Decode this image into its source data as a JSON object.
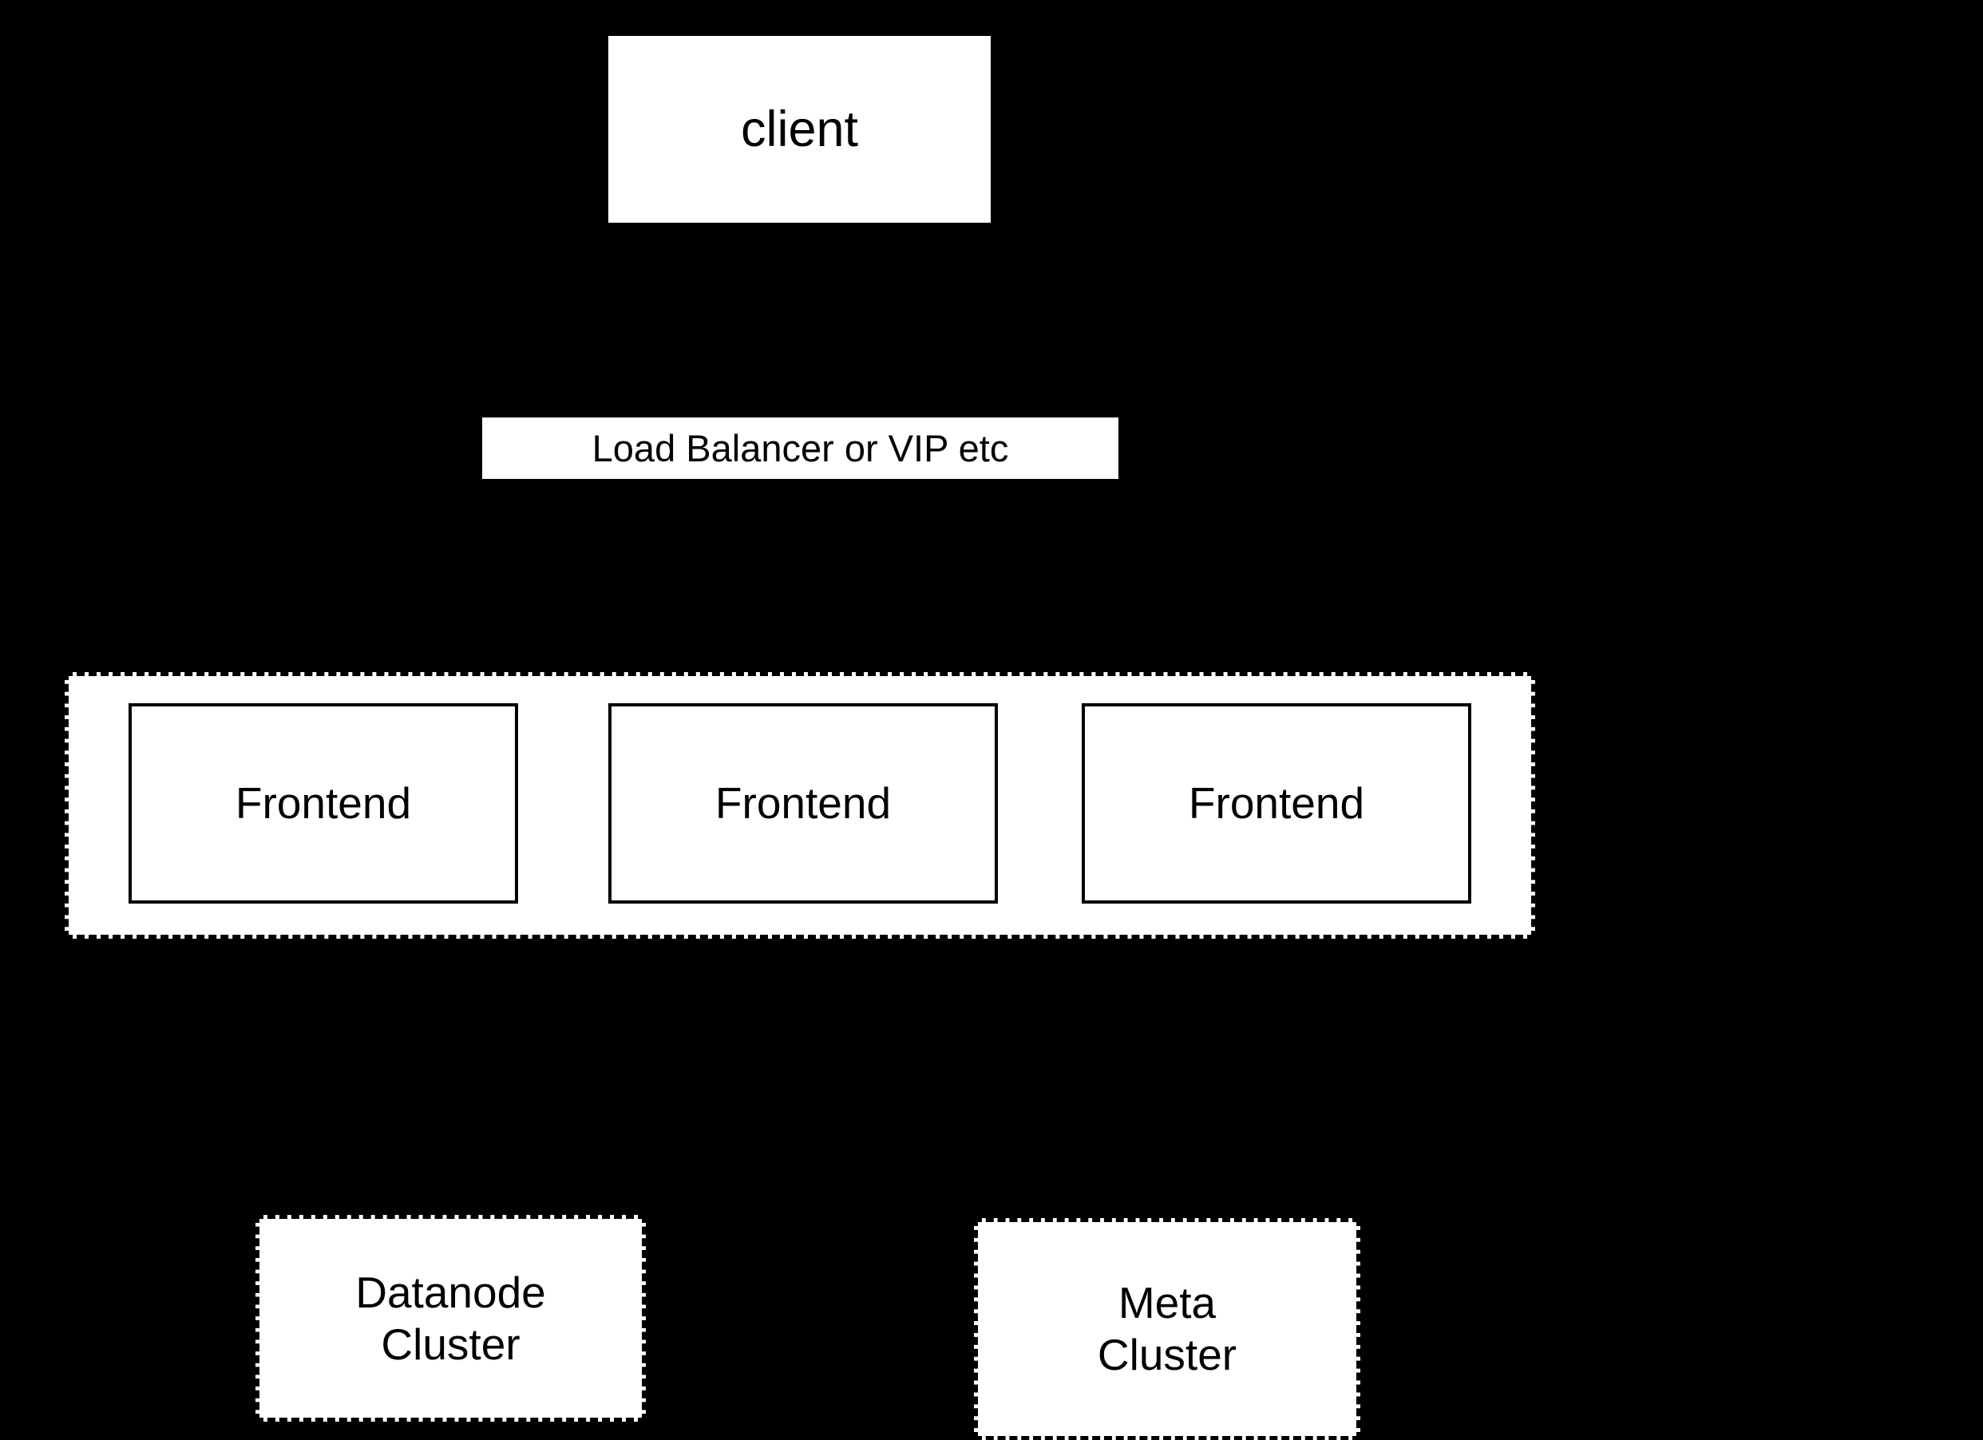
{
  "diagram": {
    "type": "architecture-block-diagram",
    "background_color": "#000000",
    "node_fill_color": "#ffffff",
    "node_stroke_color": "#000000",
    "text_color": "#000000",
    "nodes": {
      "client": {
        "label": "client",
        "style": "filled-rectangle"
      },
      "load_balancer": {
        "label": "Load Balancer or VIP etc",
        "style": "filled-rectangle"
      },
      "frontend_cluster": {
        "label": "",
        "style": "dashed-container"
      },
      "frontends": [
        {
          "label": "Frontend",
          "style": "solid-rectangle"
        },
        {
          "label": "Frontend",
          "style": "solid-rectangle"
        },
        {
          "label": "Frontend",
          "style": "solid-rectangle"
        }
      ],
      "datanode_cluster": {
        "label": "Datanode\nCluster",
        "style": "dashed-rectangle"
      },
      "meta_cluster": {
        "label": "Meta\nCluster",
        "style": "dashed-rectangle"
      }
    }
  }
}
